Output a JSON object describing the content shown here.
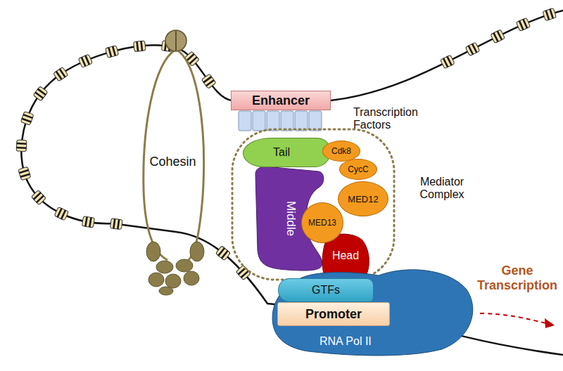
{
  "diagram": {
    "nodes": [
      {
        "text": [
          "Cohesin"
        ]
      },
      {
        "text": [
          "Enhancer"
        ]
      },
      {
        "text": [
          "Mediator Complex"
        ]
      },
      {
        "text": [
          "Tail"
        ],
        "in": 2
      },
      {
        "text": [
          "Cdk8"
        ],
        "in": 2
      },
      {
        "text": [
          "CycC"
        ],
        "in": 2
      },
      {
        "text": [
          "Middle"
        ],
        "in": 2
      },
      {
        "text": [
          "MED12"
        ],
        "in": 2
      },
      {
        "text": [
          "MED13"
        ],
        "in": 2
      },
      {
        "text": [
          "Head"
        ],
        "in": 2
      },
      {
        "text": [
          "GTFs"
        ]
      },
      {
        "text": [
          "Promoter"
        ]
      },
      {
        "text": [
          "RNA Pol II"
        ]
      }
    ],
    "labels": [
      "Transcription Factors",
      "Gene Transcription"
    ]
  }
}
